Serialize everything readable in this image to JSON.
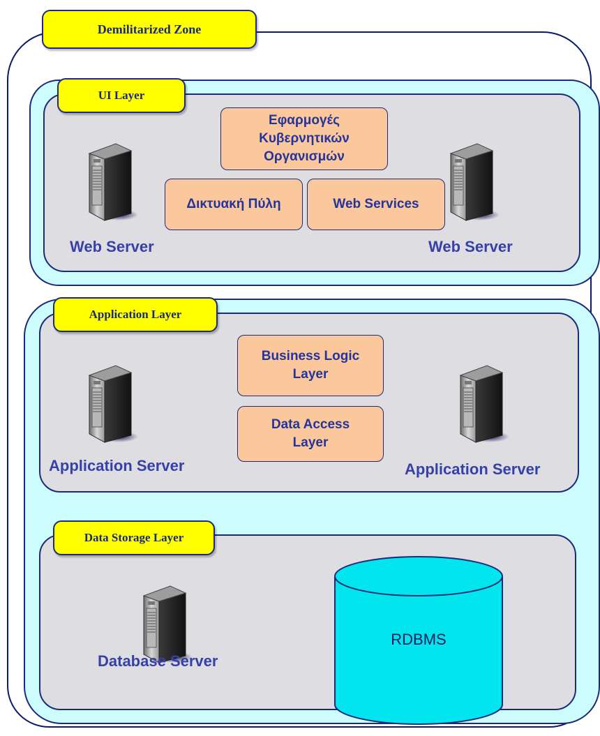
{
  "zones": {
    "dmz_label": "Demilitarized Zone",
    "ui_layer_label": "UI Layer",
    "application_layer_label": "Application Layer",
    "data_storage_layer_label": "Data Storage Layer"
  },
  "ui_layer": {
    "box_top": "Εφαρμογές Κυβερνητικών Οργανισμών",
    "box_left": "Δικτυακή Πύλη",
    "box_right": "Web Services",
    "server_left_label": "Web Server",
    "server_right_label": "Web Server"
  },
  "application_layer": {
    "box_top": "Business Logic Layer",
    "box_bottom": "Data Access Layer",
    "server_left_label": "Application Server",
    "server_right_label": "Application Server"
  },
  "data_storage_layer": {
    "server_label": "Database Server",
    "database_label": "RDBMS"
  },
  "colors": {
    "tab": "#ffff00",
    "cyan_panel": "#ccfcfe",
    "gray_panel": "#dedde2",
    "box": "#fbc79c",
    "database": "#00e5ee",
    "text": "#3540a8"
  }
}
